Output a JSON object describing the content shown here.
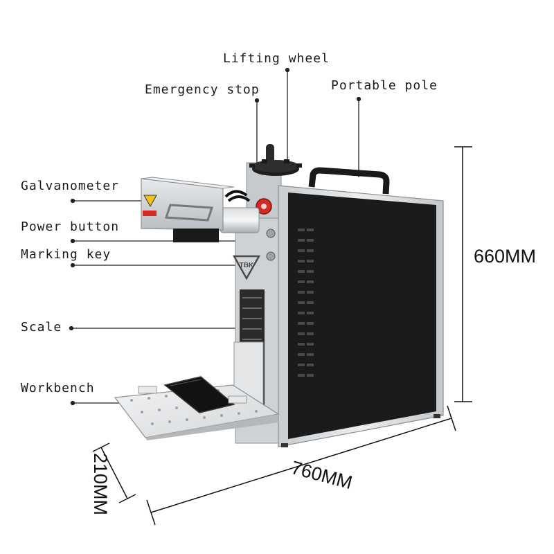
{
  "labels": {
    "lifting_wheel": "Lifting wheel",
    "emergency_stop": "Emergency stop",
    "portable_pole": "Portable pole",
    "galvanometer": "Galvanometer",
    "power_button": "Power button",
    "marking_key": "Marking key",
    "scale": "Scale",
    "workbench": "Workbench"
  },
  "dimensions": {
    "height": "660MM",
    "width": "760MM",
    "depth": "210MM"
  },
  "logo_text": "TBK",
  "colors": {
    "casing": "#d7dadc",
    "panel": "#1c1c1c",
    "emergency_red": "#d42a24",
    "leader": "#222222"
  }
}
